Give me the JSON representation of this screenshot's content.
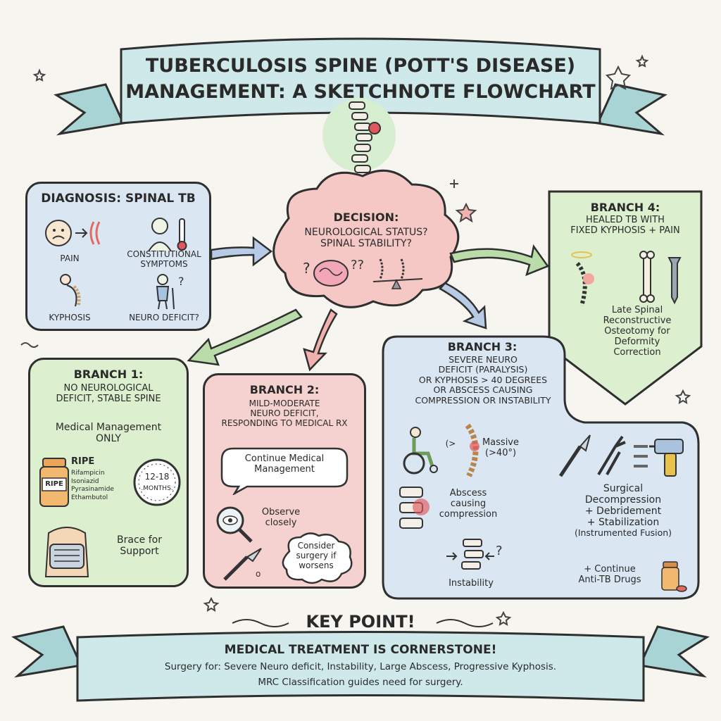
{
  "title": {
    "line1": "TUBERCULOSIS SPINE (POTT'S DISEASE)",
    "line2": "MANAGEMENT: A SKETCHNOTE FLOWCHART"
  },
  "diagnosis": {
    "heading": "DIAGNOSIS: SPINAL TB",
    "items": [
      "PAIN",
      "CONSTITUTIONAL SYMPTOMS",
      "KYPHOSIS",
      "NEURO DEFICIT?"
    ]
  },
  "decision": {
    "heading": "DECISION:",
    "line1": "NEUROLOGICAL STATUS?",
    "line2": "SPINAL STABILITY?"
  },
  "branch1": {
    "heading": "BRANCH 1:",
    "sub1": "NO NEUROLOGICAL",
    "sub2": "DEFICIT, STABLE SPINE",
    "mgmt1": "Medical Management",
    "mgmt2": "ONLY",
    "pill_label": "RIPE",
    "ripe_title": "RIPE",
    "drugs": [
      "Rifampicin",
      "Isoniazid",
      "Pyrasinamide",
      "Ethambutol"
    ],
    "duration": "12-18",
    "duration_unit": ".MONTHS.",
    "brace1": "Brace for",
    "brace2": "Support"
  },
  "branch2": {
    "heading": "BRANCH 2:",
    "sub1": "MILD-MODERATE",
    "sub2": "NEURO DEFICIT,",
    "sub3": "RESPONDING TO MEDICAL RX",
    "bubble1": "Continue Medical",
    "bubble2": "Management",
    "observe1": "Observe",
    "observe2": "closely",
    "consider1": "Consider",
    "consider2": "surgery if",
    "consider3": "worsens"
  },
  "branch3": {
    "heading": "BRANCH 3:",
    "sub1": "SEVERE NEURO",
    "sub2": "DEFICIT (PARALYSIS)",
    "sub3": "OR KYPHOSIS > 40 DEGREES",
    "sub4": "OR ABSCESS CAUSING",
    "sub5": "COMPRESSION OR INSTABILITY",
    "angle_mark": "(>",
    "massive1": "Massive",
    "massive2": "(>40°)",
    "abscess1": "Abscess",
    "abscess2": "causing",
    "abscess3": "compression",
    "instability": "Instability",
    "surg1": "Surgical",
    "surg2": "Decompression",
    "surg3": "+ Debridement",
    "surg4": "+ Stabilization",
    "surg5": "(Instrumented Fusion)",
    "cont1": "+ Continue",
    "cont2": "Anti-TB Drugs"
  },
  "branch4": {
    "heading": "BRANCH 4:",
    "sub1": "HEALED TB WITH",
    "sub2": "FIXED KYPHOSIS + PAIN",
    "late1": "Late Spinal",
    "late2": "Reconstructive",
    "late3": "Osteotomy for",
    "late4": "Deformity",
    "late5": "Correction"
  },
  "keypoint": {
    "heading": "KEY POINT!",
    "line1": "MEDICAL TREATMENT IS CORNERSTONE!",
    "line2": "Surgery for: Severe Neuro deficit, Instability, Large Abscess, Progressive Kyphosis.",
    "line3": "MRC Classification guides need for surgery."
  },
  "colors": {
    "ribbon": "#cfe9ea",
    "blue_box": "#dbe6f3",
    "green_box": "#dcefcf",
    "red_box": "#f5d2cf",
    "cloud": "#f5c8c6",
    "arrow_green": "#b9dca8",
    "arrow_red": "#f1b2ae",
    "arrow_blue": "#b7cbe6"
  }
}
